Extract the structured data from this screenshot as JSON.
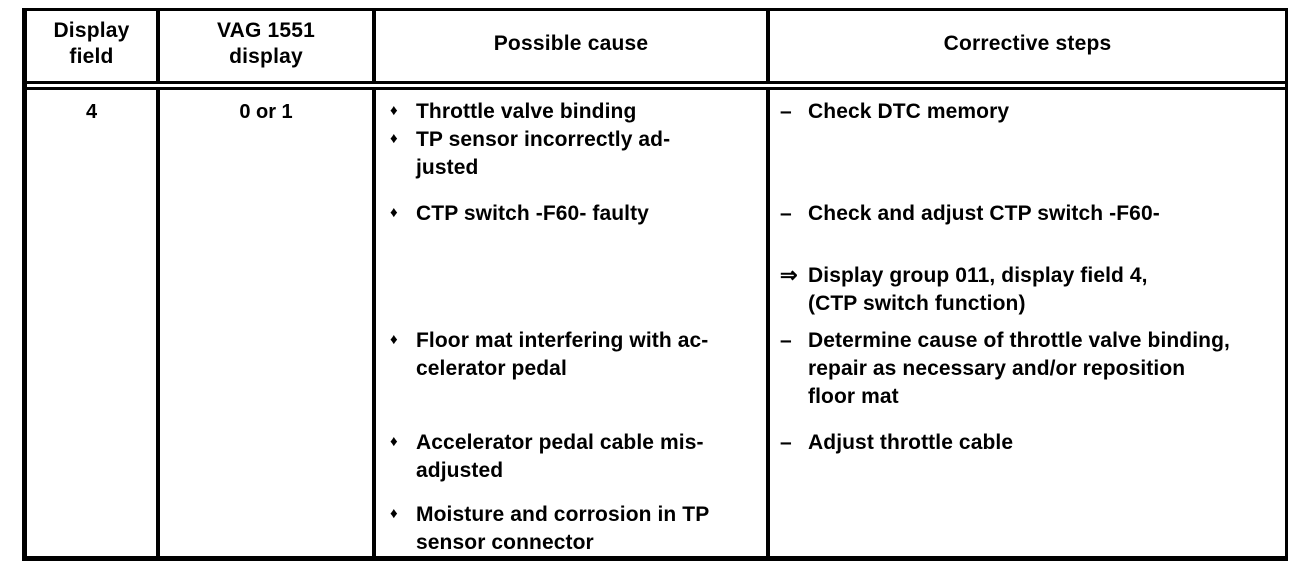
{
  "document": {
    "type": "diagnostic-table",
    "colors": {
      "ink": "#000000",
      "paper": "#ffffff"
    }
  },
  "table": {
    "headers": [
      {
        "line1": "Display",
        "line2": "field"
      },
      {
        "line1": "VAG 1551",
        "line2": "display"
      },
      {
        "line1": "Possible cause",
        "line2": ""
      },
      {
        "line1": "Corrective steps",
        "line2": ""
      }
    ],
    "row": {
      "display_field": "4",
      "vag_1551_display": "0 or 1",
      "possible_causes": [
        {
          "marker": "diamond-bullet",
          "line1": "Throttle valve binding",
          "line2": ""
        },
        {
          "marker": "diamond-bullet",
          "line1": "TP sensor incorrectly ad-",
          "line2": "justed"
        },
        {
          "marker": "diamond-bullet",
          "line1": "CTP switch -F60- faulty",
          "line2": ""
        },
        {
          "marker": "diamond-bullet",
          "line1": "Floor mat interfering with ac-",
          "line2": "celerator pedal"
        },
        {
          "marker": "diamond-bullet",
          "line1": "Accelerator pedal cable mis-",
          "line2": "adjusted"
        },
        {
          "marker": "diamond-bullet",
          "line1": "Moisture and corrosion in TP",
          "line2": "sensor connector"
        }
      ],
      "corrective_steps": [
        {
          "marker": "dash",
          "glyph": "–",
          "line1": "Check DTC memory",
          "line2": "",
          "line3": ""
        },
        {
          "marker": "dash",
          "glyph": "–",
          "line1": "Check and adjust CTP switch -F60-",
          "line2": "",
          "line3": ""
        },
        {
          "marker": "double-arrow",
          "glyph": "⇒",
          "line1": "Display group 011, display field 4,",
          "line2": "(CTP switch function)",
          "line3": ""
        },
        {
          "marker": "dash",
          "glyph": "–",
          "line1": "Determine cause of throttle valve binding,",
          "line2": "repair as necessary and/or reposition",
          "line3": "floor mat"
        },
        {
          "marker": "dash",
          "glyph": "–",
          "line1": "Adjust throttle cable",
          "line2": "",
          "line3": ""
        }
      ]
    }
  },
  "glyphs": {
    "diamond": "♦",
    "dash": "–",
    "double_arrow": "⇒"
  }
}
